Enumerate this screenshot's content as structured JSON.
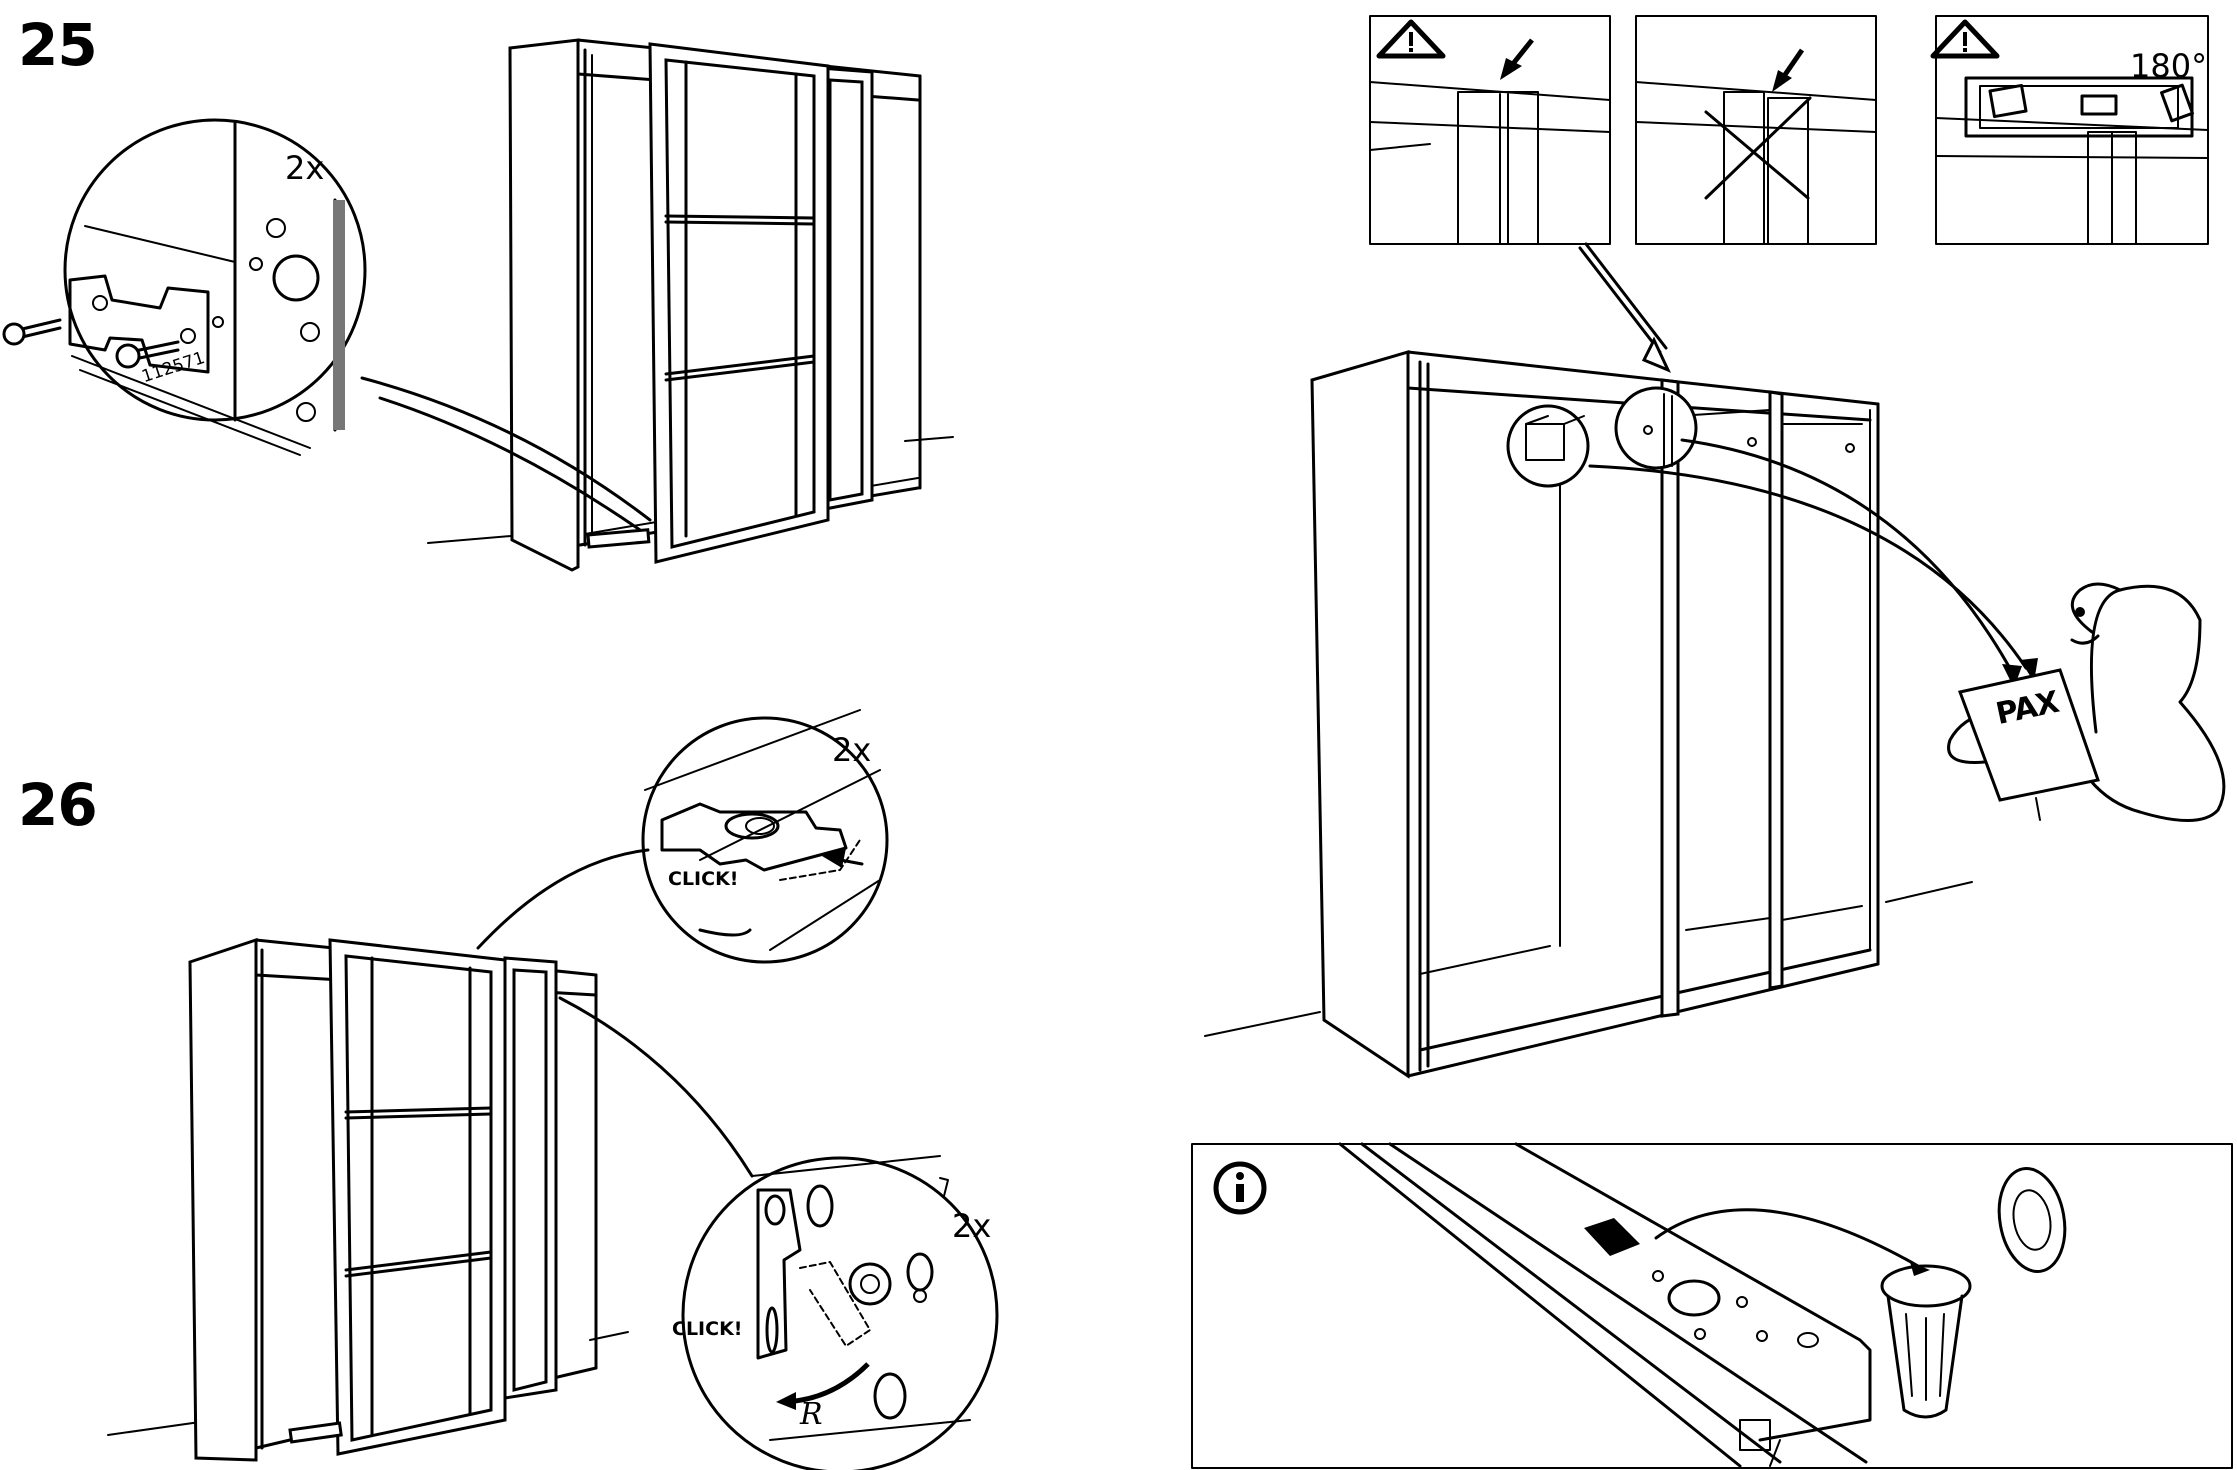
{
  "steps": [
    {
      "number": "25",
      "quantity": "2x",
      "part_number": "112571"
    },
    {
      "number": "26",
      "quantity_top": "2x",
      "quantity_bottom": "2x",
      "click_top": "CLICK!",
      "click_bottom": "CLICK!",
      "direction": "R"
    }
  ],
  "right_panel": {
    "level_angle": "180°",
    "manual_label": "PAX"
  },
  "icons": [
    "warning-triangle-icon",
    "warning-triangle-icon",
    "warning-triangle-icon",
    "info-icon",
    "arrow-icon",
    "cross-icon",
    "spirit-level-icon",
    "trash-bin-icon"
  ]
}
